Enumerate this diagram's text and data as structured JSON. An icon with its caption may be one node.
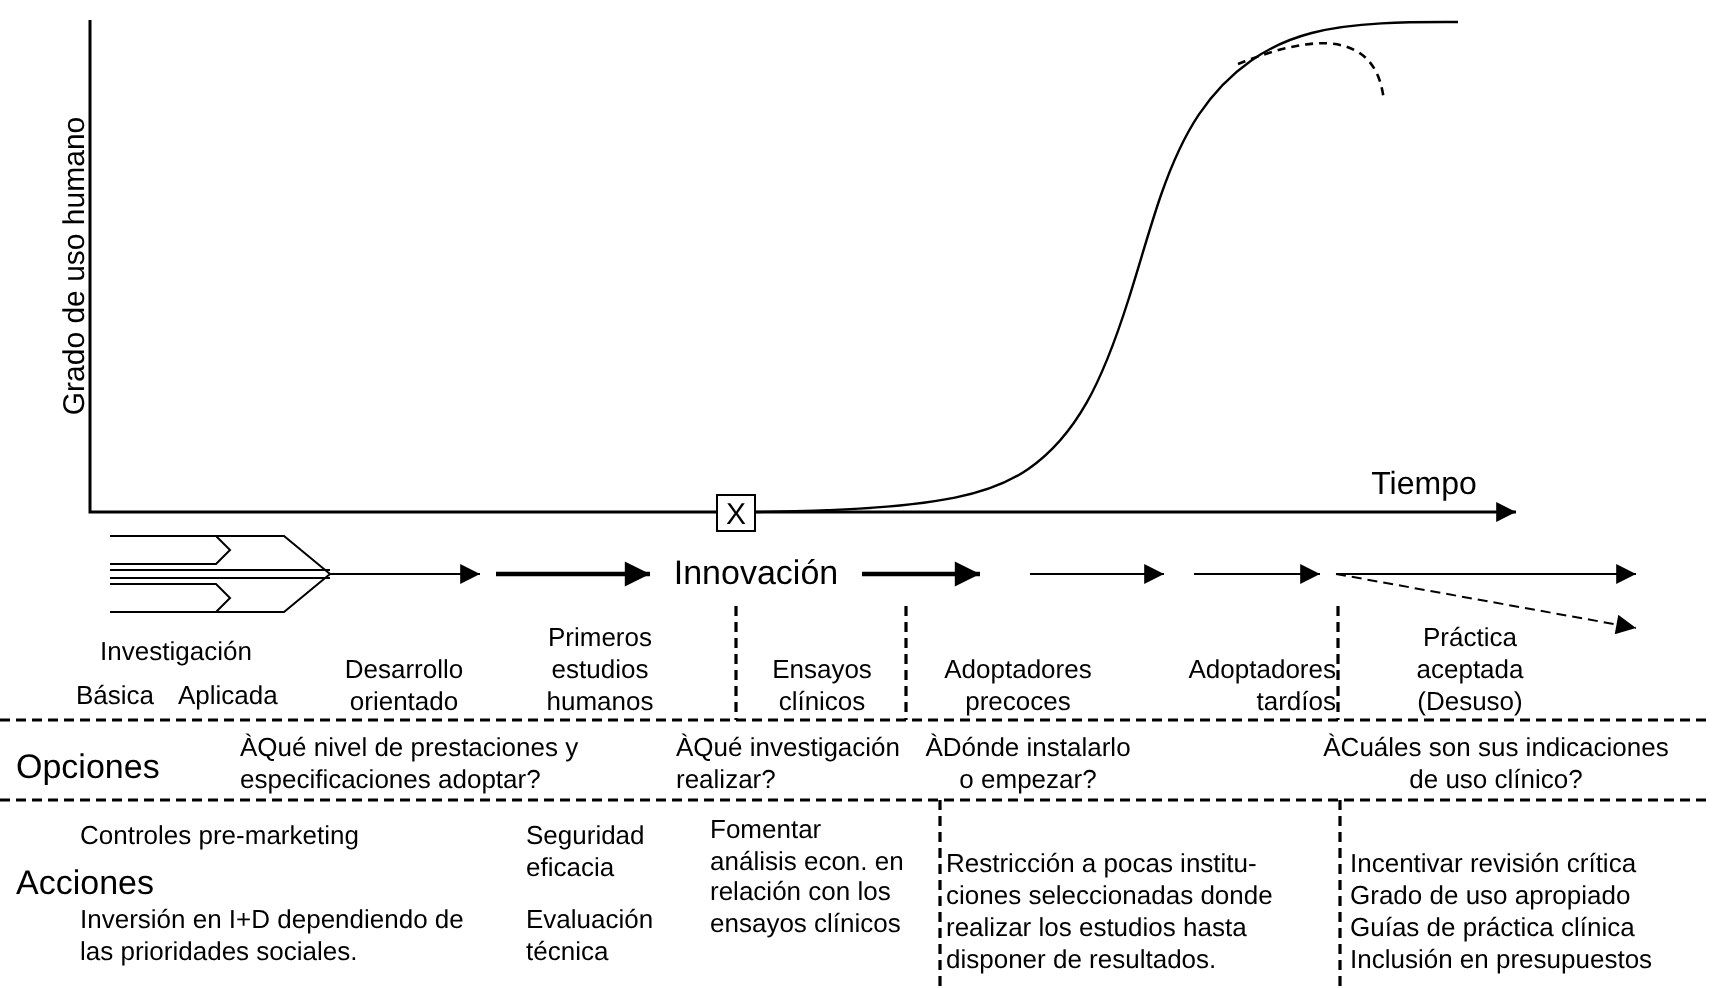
{
  "diagram": {
    "nodes": [
      {
        "text": [
          "X"
        ]
      },
      {
        "text": [
          "Innovación"
        ]
      }
    ],
    "edges": [
      {
        "from": null,
        "to": 1,
        "arrow": "to"
      },
      {
        "from": 1,
        "to": null,
        "arrow": "to"
      }
    ],
    "labels": [
      "Grado de uso humano",
      "Tiempo",
      "Investigación",
      "Básica",
      "Aplicada",
      "Desarrollo orientado",
      "Primeros estudios humanos",
      "Ensayos clínicos",
      "Adoptadores precoces",
      "Adoptadores tardíos",
      "Práctica aceptada (Desuso)",
      "Opciones",
      "ÀQué nivel de prestaciones y especificaciones adoptar?",
      "ÀQué investigación realizar?",
      "ÀDónde instalarlo o empezar?",
      "ÀCuáles son sus indicaciones de uso clínico?",
      "Controles pre-marketing",
      "Acciones",
      "Inversión en I+D dependiendo de las prioridades sociales.",
      "Seguridad eficacia",
      "Evaluación técnica",
      "Fomentar análisis econ. en relación con los ensayos clínicos",
      "Restricción a pocas institu- ciones seleccionadas donde realizar los estudios hasta disponer de resultados.",
      "Incentivar revisión crítica",
      "Grado de uso apropiado",
      "Guías de práctica clínica",
      "Inclusión en presupuestos"
    ]
  }
}
